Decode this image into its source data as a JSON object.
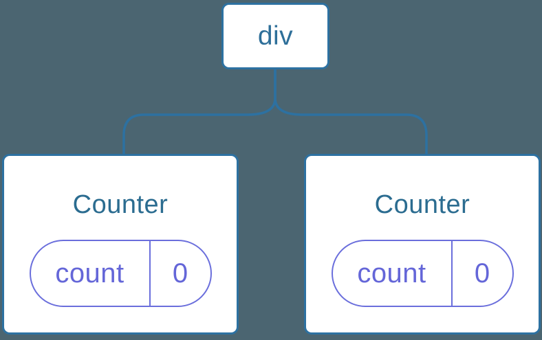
{
  "colors": {
    "background": "#4B6571",
    "connector_blue": "#2D71A1",
    "node_border_blue": "#2D71A1",
    "node_label_blue": "#2E6F99",
    "card_title_blue": "#2B6C90",
    "state_border_purple": "#6A6EDC",
    "state_text_purple": "#6466D8",
    "node_fill": "#FFFFFF"
  },
  "tree": {
    "root": {
      "label": "div"
    },
    "children": [
      {
        "title": "Counter",
        "state": {
          "key": "count",
          "value": "0"
        }
      },
      {
        "title": "Counter",
        "state": {
          "key": "count",
          "value": "0"
        }
      }
    ]
  }
}
